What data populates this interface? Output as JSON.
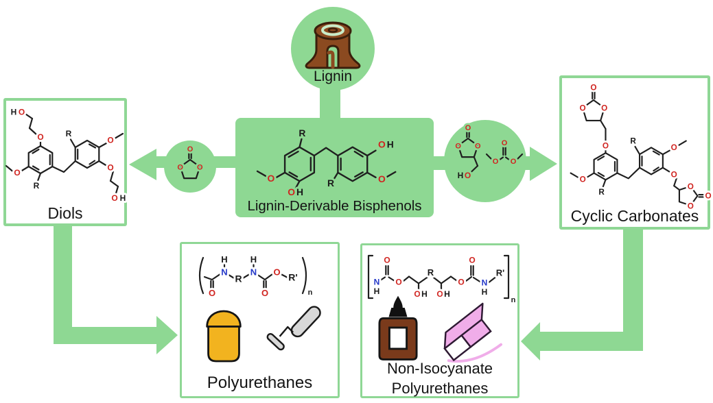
{
  "labels": {
    "lignin": "Lignin",
    "central": "Lignin-Derivable Bisphenols",
    "diols": "Diols",
    "cyclic": "Cyclic Carbonates",
    "pu": "Polyurethanes",
    "nipu_line1": "Non-Isocyanate",
    "nipu_line2": "Polyurethanes"
  },
  "atoms": {
    "O": "O",
    "H": "H",
    "N": "N",
    "R": "R",
    "R_prime": "R'",
    "n": "n"
  },
  "colors": {
    "green": "#8ED893",
    "box_border_green": "#8FD795",
    "oxygen_red": "#D02420",
    "nitrogen_blue": "#2438C8",
    "stump_brown": "#8B4A20",
    "stump_outline": "#3A1F0C",
    "glue_brown": "#7A3A1B",
    "bucket_yellow": "#F2B31F",
    "roller_gray": "#D8D8D8",
    "eraser_pink": "#F0ADE9",
    "eraser_outline": "#2E1A33",
    "bond_black": "#1f1f1f"
  }
}
